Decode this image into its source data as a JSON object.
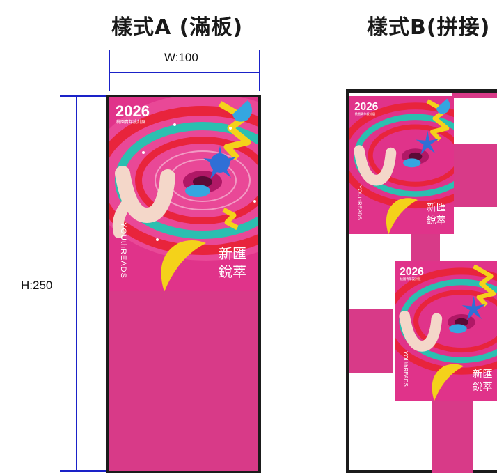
{
  "styleA": {
    "title": "樣式A (滿板)",
    "width_label": "W:100",
    "height_label": "H:250"
  },
  "styleB": {
    "title": "樣式B(拼接)"
  },
  "poster": {
    "year": "2026",
    "subtitle": "桃園青年設計展",
    "vertical_text": "YOUthREADS",
    "calligraphy_line1": "新匯",
    "calligraphy_line2": "銳萃"
  },
  "colors": {
    "magenta": "#d83a88",
    "poster_bg": "#e0338a",
    "dimension_line": "#1a22c8",
    "frame": "#1b1b1b",
    "teal": "#2bbfb0",
    "red": "#e8243c",
    "yellow": "#f4d21a"
  }
}
